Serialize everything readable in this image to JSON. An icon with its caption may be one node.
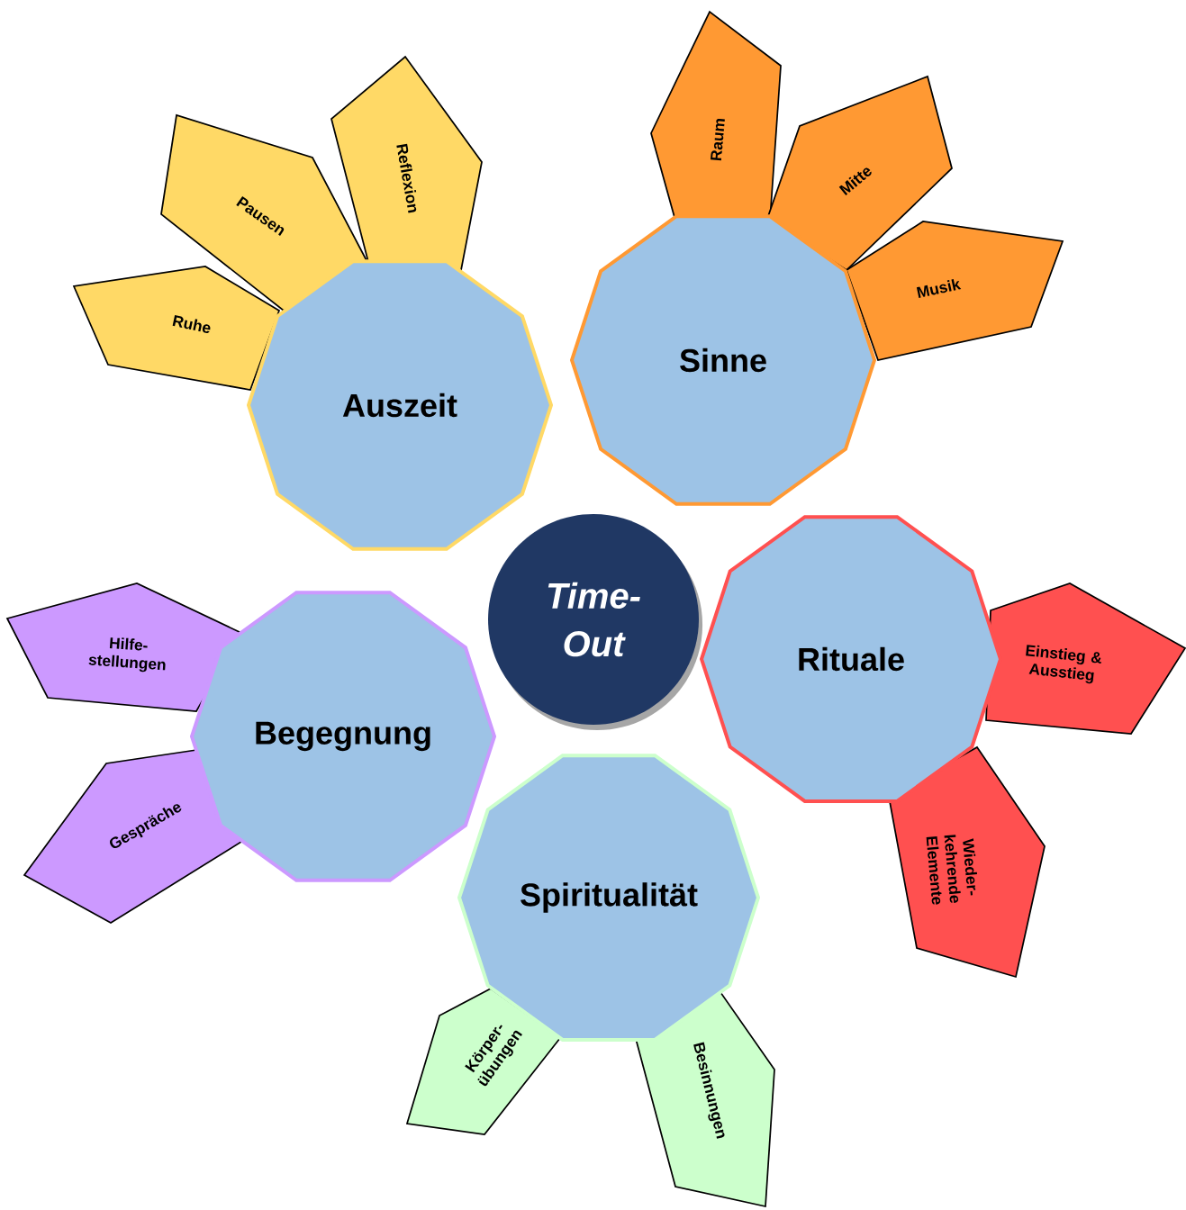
{
  "diagram": {
    "nodes": [
      {
        "text": [
          "Time-Out"
        ]
      },
      {
        "text": [
          "Auszeit"
        ]
      },
      {
        "text": [
          "Ruhe"
        ]
      },
      {
        "text": [
          "Pausen"
        ]
      },
      {
        "text": [
          "Reflexion"
        ]
      },
      {
        "text": [
          "Sinne"
        ]
      },
      {
        "text": [
          "Raum"
        ]
      },
      {
        "text": [
          "Mitte"
        ]
      },
      {
        "text": [
          "Musik"
        ]
      },
      {
        "text": [
          "Rituale"
        ]
      },
      {
        "text": [
          "Einstieg & Ausstieg"
        ]
      },
      {
        "text": [
          "Wieder- kehrende Elemente"
        ]
      },
      {
        "text": [
          "Spiritualität"
        ]
      },
      {
        "text": [
          "Körper- übungen"
        ]
      },
      {
        "text": [
          "Besinnungen"
        ]
      },
      {
        "text": [
          "Begegnung"
        ]
      },
      {
        "text": [
          "Hilfe- stellungen"
        ]
      },
      {
        "text": [
          "Gespräche"
        ]
      }
    ]
  }
}
